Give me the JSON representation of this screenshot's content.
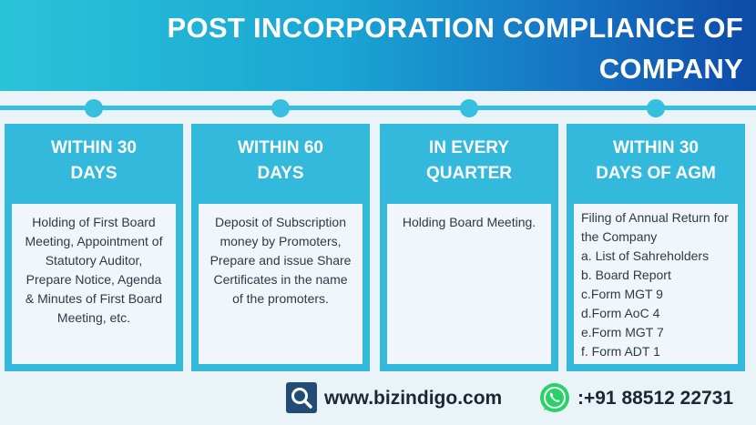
{
  "title": {
    "line1": "POST INCORPORATION COMPLIANCE OF",
    "line2": "COMPANY"
  },
  "columns": [
    {
      "heading_line1": "WITHIN 30",
      "heading_line2": "DAYS",
      "body": "Holding of First Board Meeting, Appointment of Statutory Auditor, Prepare Notice, Agenda & Minutes of First Board Meeting, etc."
    },
    {
      "heading_line1": "WITHIN 60",
      "heading_line2": "DAYS",
      "body": "Deposit of Subscription money by Promoters, Prepare and issue Share Certificates in the name of the promoters."
    },
    {
      "heading_line1": "IN EVERY",
      "heading_line2": "QUARTER",
      "body": "Holding Board Meeting."
    },
    {
      "heading_line1": "WITHIN 30",
      "heading_line2": "DAYS OF AGM",
      "body_lines": [
        "Filing of Annual Return for",
        "the Company",
        "a. List of Sahreholders",
        "b. Board Report",
        "c.Form MGT 9",
        "d.Form AoC 4",
        "e.Form MGT 7",
        "f. Form ADT 1"
      ]
    }
  ],
  "footer": {
    "website": "www.bizindigo.com",
    "phone": ":+91 88512 22731",
    "search_icon": "search-icon",
    "whatsapp_icon": "whatsapp-icon"
  },
  "colors": {
    "banner_start": "#2bc3d8",
    "banner_end": "#0d4aa8",
    "accent": "#33b9dc",
    "card_body": "#f1f6fb",
    "whatsapp": "#25d366",
    "search_bg": "#234c75"
  }
}
